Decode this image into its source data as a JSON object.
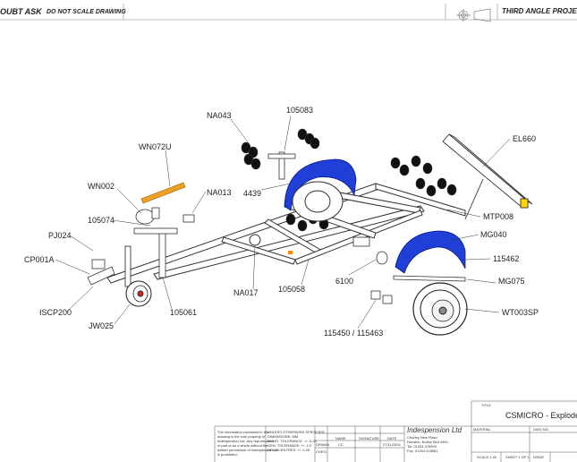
{
  "header": {
    "left_note": "OUBT ASK",
    "scale_note": "DO NOT SCALE DRAWING",
    "projection": "THIRD ANGLE PROJECT"
  },
  "labels": {
    "na043": "NA043",
    "p105083": "105083",
    "wn072u": "WN072U",
    "el660": "EL660",
    "wn002": "WN002",
    "na013": "NA013",
    "p4439": "4439",
    "mtp008": "MTP008",
    "p105074": "105074",
    "pj024": "PJ024",
    "mg040": "MG040",
    "cp001a": "CP001A",
    "p115462": "115462",
    "p6100": "6100",
    "mg075": "MG075",
    "na017": "NA017",
    "p105058": "105058",
    "iscp200": "ISCP200",
    "p105061": "105061",
    "wt003sp": "WT003SP",
    "jw025": "JW025",
    "p115450": "115450 / 115463"
  },
  "title_block": {
    "title_label": "TITLE",
    "title": "CSMICRO - Exploded",
    "material_label": "MATERIAL",
    "dwg_label": "DWG NO.",
    "company": "Indespension Ltd",
    "address1": "Chorley New Road",
    "address2": "Horwich, Bolton BL6 6HG.",
    "tel": "Tel. 01204 478500",
    "fax": "Fax. 01204 478581",
    "name_label": "NAME",
    "signature_label": "SIGNATURE",
    "date_label": "DATE",
    "drawn_label": "DRAWN",
    "drawn_by": "CC",
    "date": "27/11/2004",
    "chkd_label": "CHK'D",
    "scale": "SCALE:1:20",
    "sheet": "SHEET 1 OF 1",
    "issue_label": "ISSUE",
    "notes": [
      "The information contained in this",
      "drawing is the sole property of",
      "Indespension Ltd. Any reproduction",
      "in part or as a whole without the",
      "written permission of Indespension Ltd",
      "is prohibited."
    ],
    "tolerances": [
      "UNLESS OTHERWISE SPECIFIED:",
      "DIMENSIONS: MM",
      "MCHG. TOLERANCE: +/- 0.25",
      "GEN. TOLERANCE: +/- 1.0",
      "HOLE CENTRES: +/- 0.25"
    ]
  },
  "colors": {
    "mudguard": "#1f3fd6",
    "winch_strap": "#f0a020",
    "lamp": "#ffd400",
    "reflector": "#ff8a00",
    "line": "#333333"
  }
}
